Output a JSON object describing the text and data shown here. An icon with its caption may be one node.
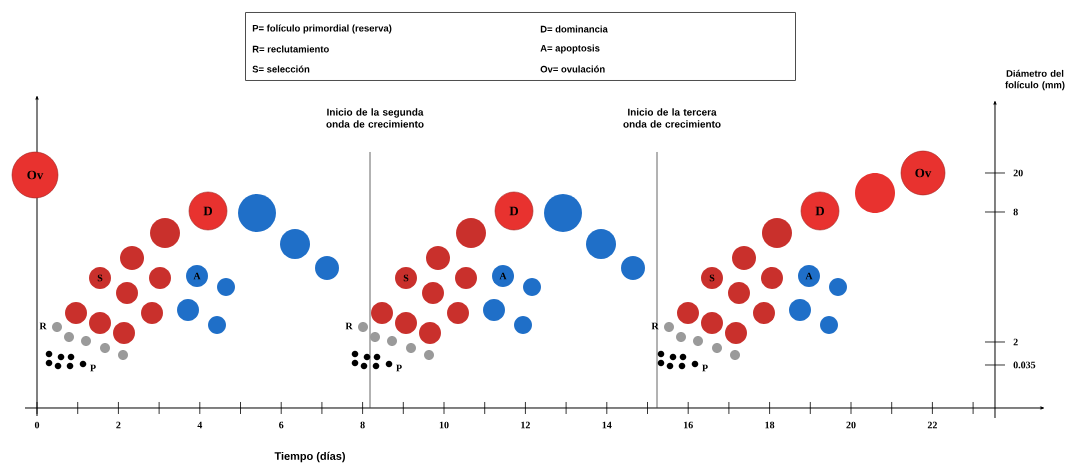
{
  "diagram": {
    "nodes": [
      {
        "text": [
          "P= folículo primordial (reserva)",
          "R= reclutamiento",
          "S= selección",
          "D= dominancia",
          "A= apoptosis",
          "Ov= ovulación"
        ]
      },
      {
        "text": [
          "Ov"
        ]
      },
      {
        "text": [
          "S"
        ]
      },
      {
        "text": [
          "A"
        ]
      },
      {
        "text": [
          "D"
        ]
      },
      {
        "text": [
          "S"
        ]
      },
      {
        "text": [
          "A"
        ]
      },
      {
        "text": [
          "D"
        ]
      },
      {
        "text": [
          "S"
        ]
      },
      {
        "text": [
          "A"
        ]
      },
      {
        "text": [
          "D"
        ]
      },
      {
        "text": [
          "Ov"
        ]
      }
    ],
    "labels": [
      "Diámetro del folículo (mm)",
      "Inicio de la segunda onda de crecimiento",
      "Inicio de la tercera onda de crecimiento",
      "20",
      "8",
      "R",
      "R",
      "R",
      "2",
      "P",
      "P",
      "P",
      "0.035",
      "0",
      "2",
      "4",
      "6",
      "8",
      "10",
      "12",
      "14",
      "16",
      "18",
      "20",
      "22",
      "Tiempo (días)"
    ]
  }
}
